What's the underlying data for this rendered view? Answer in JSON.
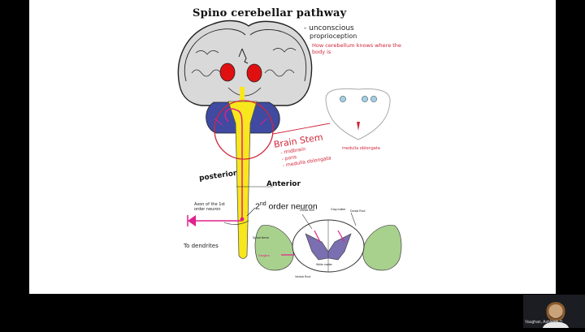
{
  "slide": {
    "title": "Spino cerebellar pathway",
    "subtitle_1": "- unconscious",
    "subtitle_2": "proprioception",
    "note": "How cerebellum knows where the body is",
    "brainstem": {
      "title": "Brain Stem",
      "items": [
        "- midbrain",
        "- pons",
        "- medulla oblongata"
      ]
    },
    "medulla_label": "medulla oblongata",
    "posterior_label": "posterior",
    "anterior_label": "Anterior",
    "axon_label": "Axon of the 1st order neuron",
    "dendrites_label": "To dendrites",
    "second_order": {
      "prefix": "2",
      "sup": "nd",
      "suffix": " order neuron"
    },
    "spinal_labels": {
      "dorsal_root": "Dorsal Root",
      "dorsal_horn": "Dorsal horn",
      "gray_matter": "Gray matter",
      "white_matter": "White matter",
      "spinal_nerve": "Spinal Nerve",
      "ganglion": "Ganglion",
      "ventral_root": "Ventral Root"
    }
  },
  "video_tile": {
    "name": "Vaughan, Ashleigh D"
  },
  "colors": {
    "pathway": "#f8e71c",
    "brainstem": "#3f4aa0",
    "annotation_red": "#d0263a",
    "neuron_magenta": "#e0208c",
    "nerve_green": "#a9d18e"
  }
}
